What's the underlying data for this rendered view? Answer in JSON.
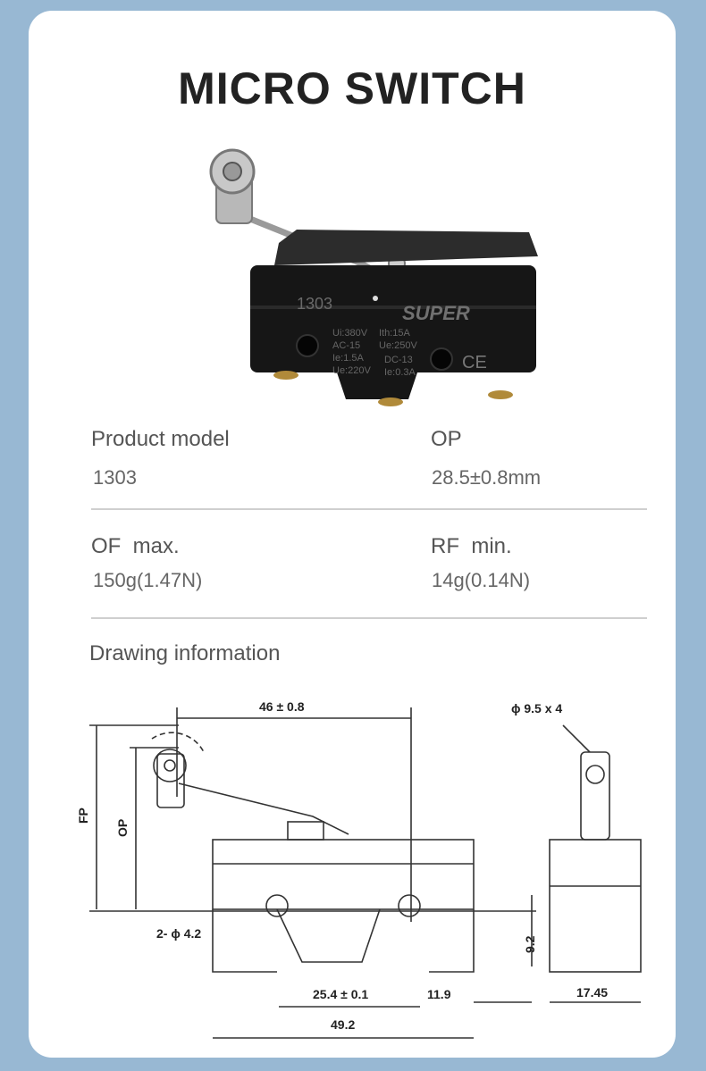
{
  "title": "MICRO SWITCH",
  "product_photo": {
    "model_print": "1303",
    "brand_print": "SUPER",
    "ratings_left": [
      "Ui:380V",
      "AC-15",
      "Ie:1.5A",
      "Ue:220V"
    ],
    "ratings_right": [
      "Ith:15A",
      "Ue:250V",
      "DC-13",
      "Ie:0.3A"
    ],
    "cert_mark": "CE"
  },
  "specs": [
    {
      "label": "Product model",
      "value": "1303"
    },
    {
      "label": "OP",
      "value": "28.5±0.8mm"
    },
    {
      "label": "OF  max.",
      "value": "150g(1.47N)"
    },
    {
      "label": "RF  min.",
      "value": "14g(0.14N)"
    }
  ],
  "drawing": {
    "heading": "Drawing information",
    "dims": {
      "width_top": "46 ± 0.8",
      "fp": "FP",
      "op": "OP",
      "hole": "2- ϕ 4.2",
      "pin_spacing": "25.4 ± 0.1",
      "right_offset": "11.9",
      "total_width": "49.2",
      "roller": "ϕ 9.5 x 4",
      "height": "9.2",
      "depth": "17.45"
    }
  }
}
